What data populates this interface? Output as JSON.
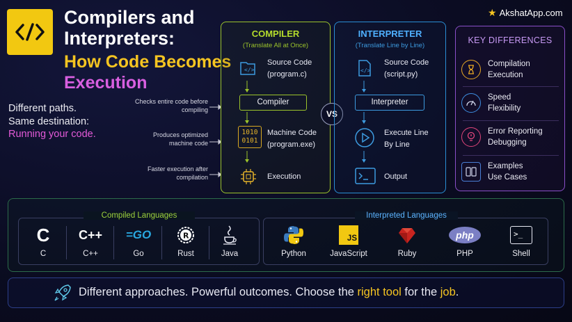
{
  "header": {
    "title_line1": "Compilers and",
    "title_line2": "Interpreters:",
    "title_line3": "How Code Becomes",
    "title_line4": "Execution",
    "brand": "AkshatApp.com",
    "logo_glyph": "</>"
  },
  "tagline": {
    "line1": "Different paths.",
    "line2": "Same destination:",
    "line3": "Running your code."
  },
  "notes": {
    "note1": "Checks entire code before compiling",
    "note2": "Produces optimized machine code",
    "note3": "Faster execution after compilation"
  },
  "compiler": {
    "title": "COMPILER",
    "subtitle": "(Translate All at Once)",
    "source_label1": "Source Code",
    "source_label2": "(program.c)",
    "box_label": "Compiler",
    "binary_glyph": "1010\n0101",
    "machine_label1": "Machine Code",
    "machine_label2": "(program.exe)",
    "exec_label": "Execution"
  },
  "vs_label": "VS",
  "interpreter": {
    "title": "INTERPRETER",
    "subtitle": "(Translate Line by Line)",
    "source_label1": "Source Code",
    "source_label2": "(script.py)",
    "box_label": "Interpreter",
    "exec_label1": "Execute Line",
    "exec_label2": "By Line",
    "output_label": "Output"
  },
  "differences": {
    "title": "KEY DIFFERENCES",
    "items": [
      {
        "line1": "Compilation",
        "line2": "Execution",
        "icon": "hourglass-icon",
        "color": "#e8a825"
      },
      {
        "line1": "Speed",
        "line2": "Flexibility",
        "icon": "speedometer-icon",
        "color": "#3d8de0"
      },
      {
        "line1": "Error Reporting",
        "line2": "Debugging",
        "icon": "lightbulb-icon",
        "color": "#e0457a"
      },
      {
        "line1": "Examples",
        "line2": "Use Cases",
        "icon": "device-icon",
        "color": "#4a7fd6"
      }
    ]
  },
  "compiled_languages": {
    "title": "Compiled Languages",
    "items": [
      "C",
      "C++",
      "Go",
      "Rust",
      "Java"
    ],
    "logos": {
      "c": "C",
      "cpp": "C++",
      "go": "=GO"
    }
  },
  "interpreted_languages": {
    "title": "Interpreted Languages",
    "items": [
      "Python",
      "JavaScript",
      "Ruby",
      "PHP",
      "Shell"
    ],
    "logos": {
      "js": "JS",
      "php": "php",
      "shell": ">_"
    }
  },
  "footer": {
    "part1": "Different approaches. Powerful outcomes. Choose the ",
    "highlight1": "right tool",
    "part2": " for the ",
    "highlight2": "job",
    "part3": "."
  },
  "colors": {
    "accent_yellow": "#f6c521",
    "accent_magenta": "#d85fe0",
    "compiler_green": "#9cc42b",
    "interpreter_blue": "#2a8fd6",
    "differences_purple": "#8a4fc9"
  }
}
